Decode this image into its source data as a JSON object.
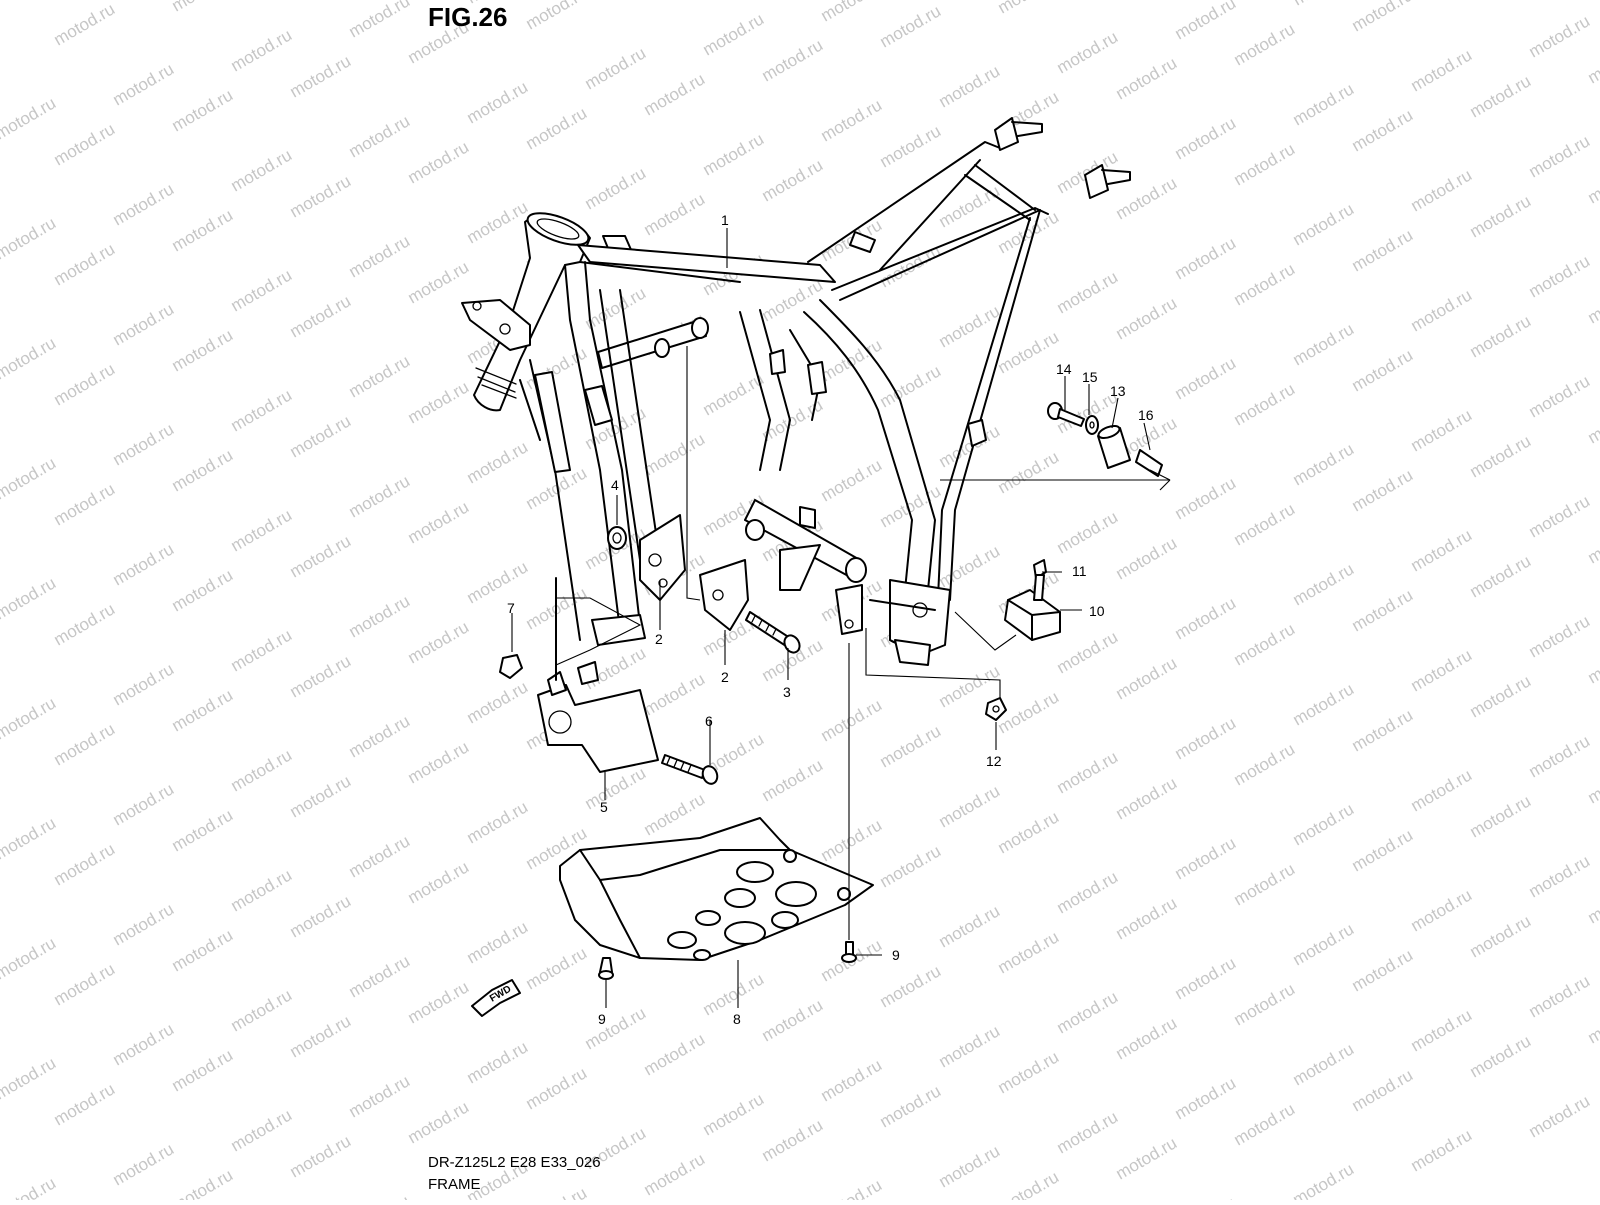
{
  "figure": {
    "title": "FIG.26",
    "code": "DR-Z125L2 E28 E33_026",
    "name": "FRAME",
    "watermark": "motod.ru",
    "direction_marker": "FWD"
  },
  "callouts": [
    {
      "id": "c1",
      "label": "1"
    },
    {
      "id": "c2a",
      "label": "2"
    },
    {
      "id": "c2b",
      "label": "2"
    },
    {
      "id": "c3",
      "label": "3"
    },
    {
      "id": "c4",
      "label": "4"
    },
    {
      "id": "c5",
      "label": "5"
    },
    {
      "id": "c6",
      "label": "6"
    },
    {
      "id": "c7",
      "label": "7"
    },
    {
      "id": "c8",
      "label": "8"
    },
    {
      "id": "c9a",
      "label": "9"
    },
    {
      "id": "c9b",
      "label": "9"
    },
    {
      "id": "c10",
      "label": "10"
    },
    {
      "id": "c11",
      "label": "11"
    },
    {
      "id": "c12",
      "label": "12"
    },
    {
      "id": "c13",
      "label": "13"
    },
    {
      "id": "c14",
      "label": "14"
    },
    {
      "id": "c15",
      "label": "15"
    },
    {
      "id": "c16",
      "label": "16"
    }
  ],
  "colors": {
    "line": "#000000",
    "watermark": "#c6c6c6",
    "background": "#ffffff"
  }
}
